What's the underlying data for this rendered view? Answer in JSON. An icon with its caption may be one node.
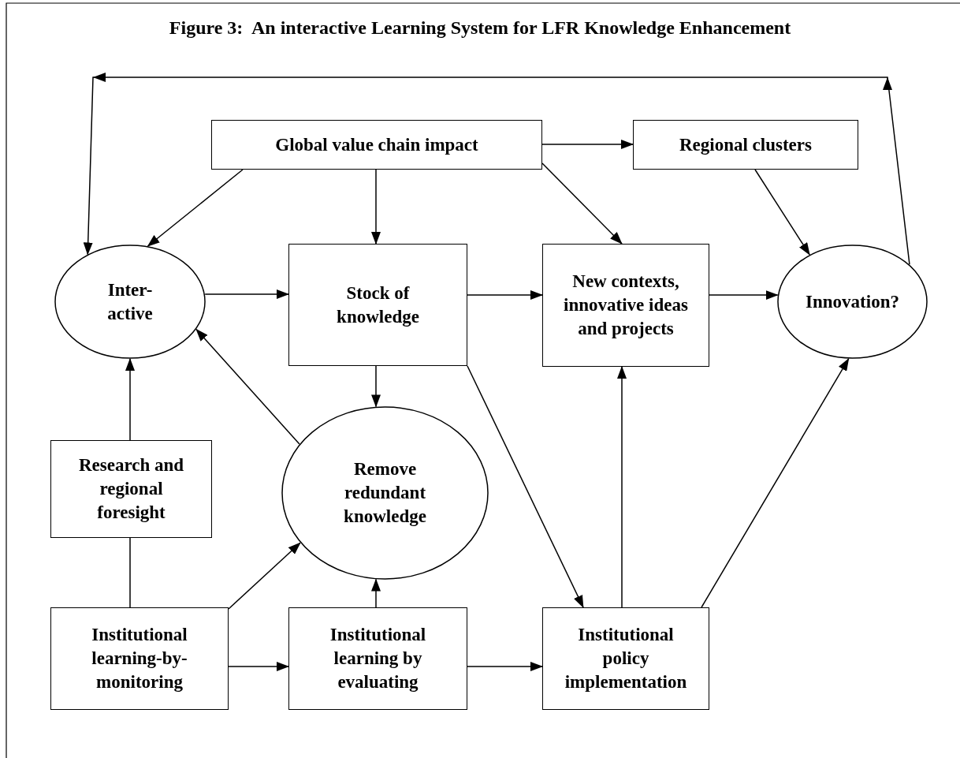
{
  "diagram": {
    "title": "Figure 3:  An interactive Learning System for LFR Knowledge Enhancement",
    "nodes": [
      {
        "text": [
          "Global value chain impact"
        ]
      },
      {
        "text": [
          "Regional clusters"
        ]
      },
      {
        "text": [
          "Inter- active"
        ]
      },
      {
        "text": [
          "Stock of knowledge"
        ]
      },
      {
        "text": [
          "New contexts, innovative ideas and projects"
        ]
      },
      {
        "text": [
          "Innovation?"
        ]
      },
      {
        "text": [
          "Remove redundant knowledge"
        ]
      },
      {
        "text": [
          "Research and regional foresight"
        ]
      },
      {
        "text": [
          "Institutional learning-by-monitoring"
        ]
      },
      {
        "text": [
          "Institutional learning by evaluating"
        ]
      },
      {
        "text": [
          "Institutional policy implementation"
        ]
      }
    ],
    "edges": [
      {
        "from": 0,
        "to": 1,
        "arrow": "to"
      },
      {
        "from": 0,
        "to": 2,
        "arrow": "to"
      },
      {
        "from": 0,
        "to": 3,
        "arrow": "to"
      },
      {
        "from": 0,
        "to": 4,
        "arrow": "to"
      },
      {
        "from": 1,
        "to": 5,
        "arrow": "to"
      },
      {
        "from": 5,
        "to": 2,
        "arrow": "to"
      },
      {
        "from": 2,
        "to": 3,
        "arrow": "to"
      },
      {
        "from": 3,
        "to": 4,
        "arrow": "to"
      },
      {
        "from": 4,
        "to": 5,
        "arrow": "to"
      },
      {
        "from": 3,
        "to": 6,
        "arrow": "to"
      },
      {
        "from": 3,
        "to": 10,
        "arrow": "to"
      },
      {
        "from": 6,
        "to": 2,
        "arrow": "to"
      },
      {
        "from": 7,
        "to": 2,
        "arrow": "to"
      },
      {
        "from": 7,
        "to": 8,
        "arrow": "none"
      },
      {
        "from": 8,
        "to": 6,
        "arrow": "to"
      },
      {
        "from": 8,
        "to": 9,
        "arrow": "to"
      },
      {
        "from": 9,
        "to": 6,
        "arrow": "to"
      },
      {
        "from": 9,
        "to": 10,
        "arrow": "to"
      },
      {
        "from": 10,
        "to": 4,
        "arrow": "to"
      },
      {
        "from": 10,
        "to": 5,
        "arrow": "to"
      }
    ]
  }
}
